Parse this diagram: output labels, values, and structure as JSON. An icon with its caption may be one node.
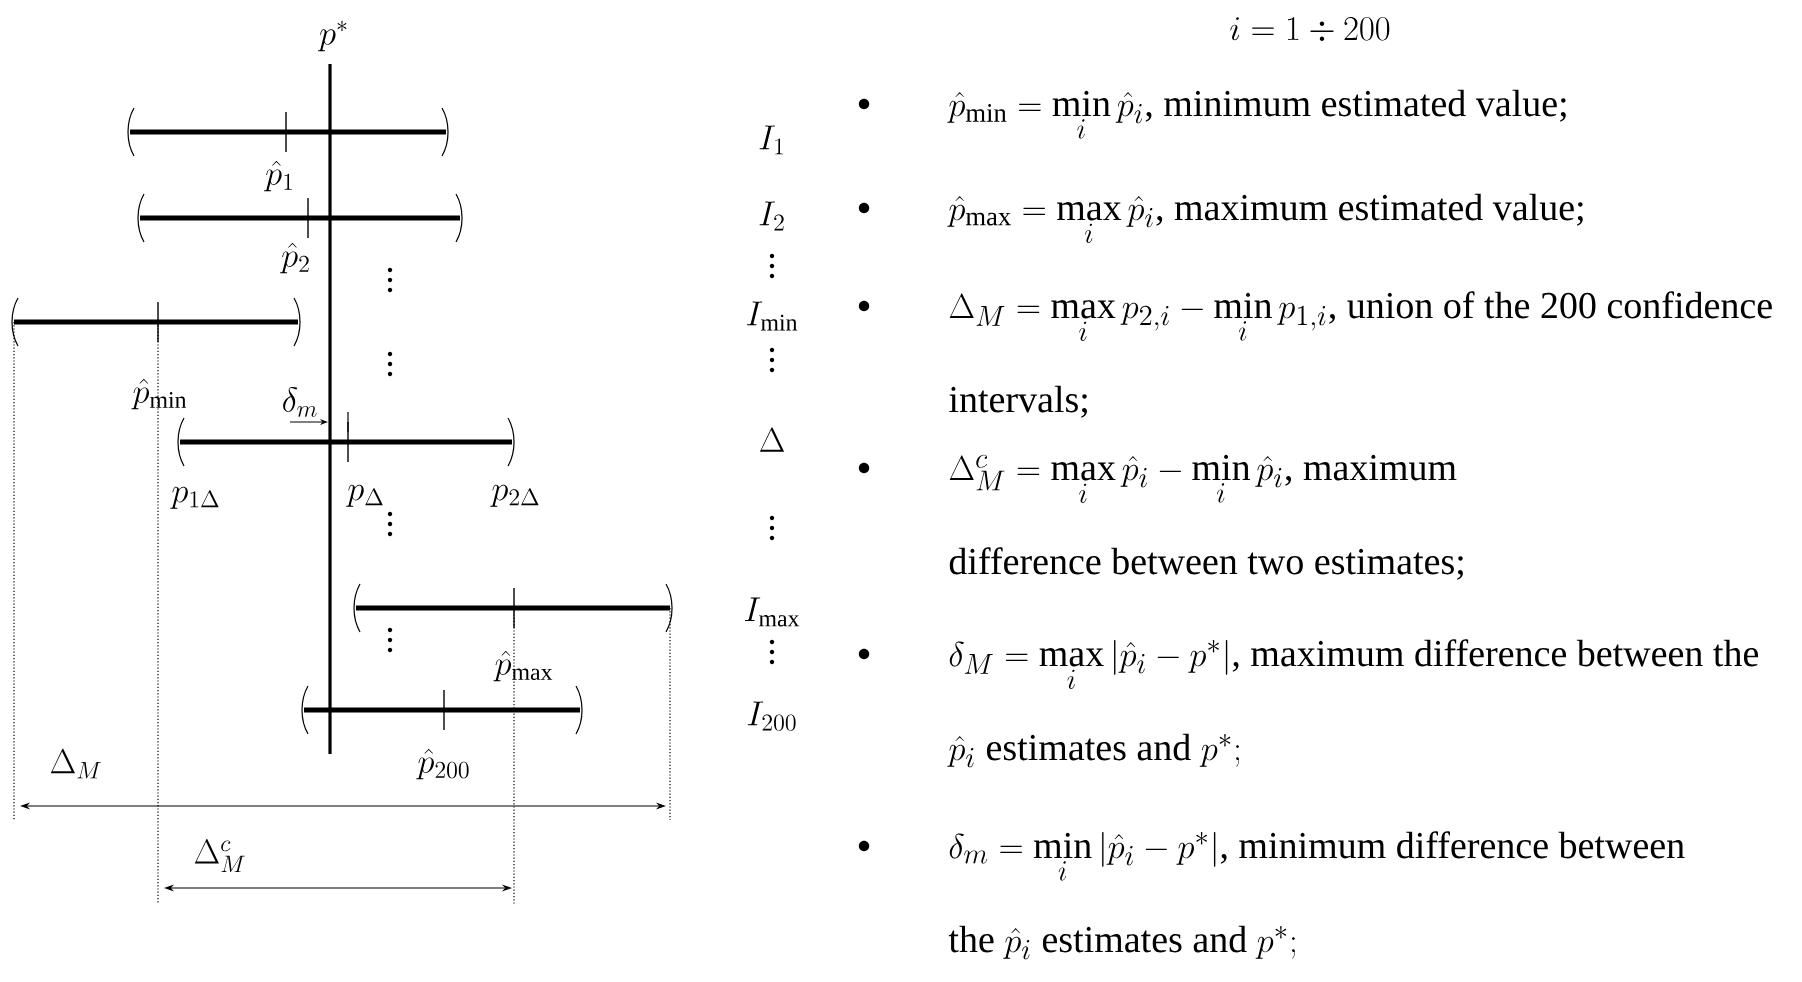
{
  "diagram": {
    "labels": [
      "p^{*}",
      "\\hat{p}_{1}",
      "\\hat{p}_{2}",
      "\\hat{p}_{\\min}",
      "\\delta_{m}",
      "p_{1\\Delta}",
      "p_{\\Delta}",
      "p_{2\\Delta}",
      "\\hat{p}_{\\max}",
      "\\Delta_{M}",
      "\\hat{p}_{200}",
      "\\Delta_{M}^{c}",
      "I_{1}",
      "I_{2}",
      "I_{\\min}",
      "\\Delta",
      "I_{\\max}",
      "I_{200}",
      "i = 1 \\div 200",
      "\\hat{p}_{\\min} = \\min\\limits_{i} \\hat{p}_{i}",
      ", minimum estimated value;",
      "\\hat{p}_{\\max} = \\max\\limits_{i} \\hat{p}_{i}",
      ", maximum estimated value;",
      "\\Delta_{M} = \\max\\limits_{i} p_{2,i} - \\min\\limits_{i} p_{1,i}",
      ", union of the 200 confidence intervals;",
      "\\Delta_{M}^{c} = \\max\\limits_{i} \\hat{p}_{i} - \\min\\limits_{i} \\hat{p}_{i}",
      ", maximum difference between two estimates;",
      "\\delta_{M} = \\max\\limits_{i} |\\hat{p}_{i} - p^{*}|",
      ", maximum difference between the",
      "\\hat{p}_{i}",
      "estimates and",
      "p^{*};",
      "\\delta_{m} = \\min\\limits_{i} |\\hat{p}_{i} - p^{*}|",
      ", minimum difference between the",
      "\\hat{p}_{i}",
      "estimates and",
      "p^{*};"
    ]
  }
}
